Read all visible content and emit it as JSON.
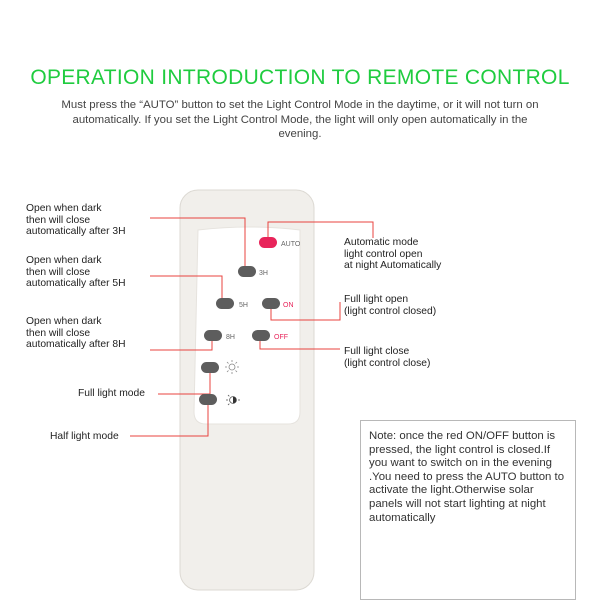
{
  "title": "OPERATION INTRODUCTION TO REMOTE CONTROL",
  "intro": "Must press the “AUTO” button to set the Light Control Mode in the daytime, or it will not turn on automatically. If you set the Light Control Mode, the light will only open automatically in the evening.",
  "remote": {
    "auto_label": "AUTO",
    "btn_3h": "3H",
    "btn_5h": "5H",
    "btn_on": "ON",
    "btn_8h": "8H",
    "btn_off": "OFF",
    "full_light_icon": "sun-icon",
    "half_light_icon": "half-sun-icon"
  },
  "callouts": {
    "open_3h": "Open when dark\nthen will close\nautomatically after 3H",
    "open_5h": "Open when dark\nthen will close\nautomatically after 5H",
    "open_8h": "Open when dark\nthen will close\nautomatically after 8H",
    "full_light_mode": "Full light mode",
    "half_light_mode": "Half light mode",
    "automatic_mode": "Automatic mode\nlight control  open\nat night Automatically",
    "full_light_open": "Full light open\n(light control closed)",
    "full_light_close": "Full light close\n(light control close)"
  },
  "note": "Note: once the red ON/OFF button is pressed, the light control is closed.If you want to switch on in the evening .You need to press the AUTO button to activate the light.Otherwise solar panels will not start lighting at night automatically",
  "colors": {
    "title_green": "#1fcc3f",
    "pointer_red": "#e8433f",
    "auto_button": "#e8245a",
    "button_gray": "#5d5d5d",
    "remote_body": "#f1efeb"
  }
}
